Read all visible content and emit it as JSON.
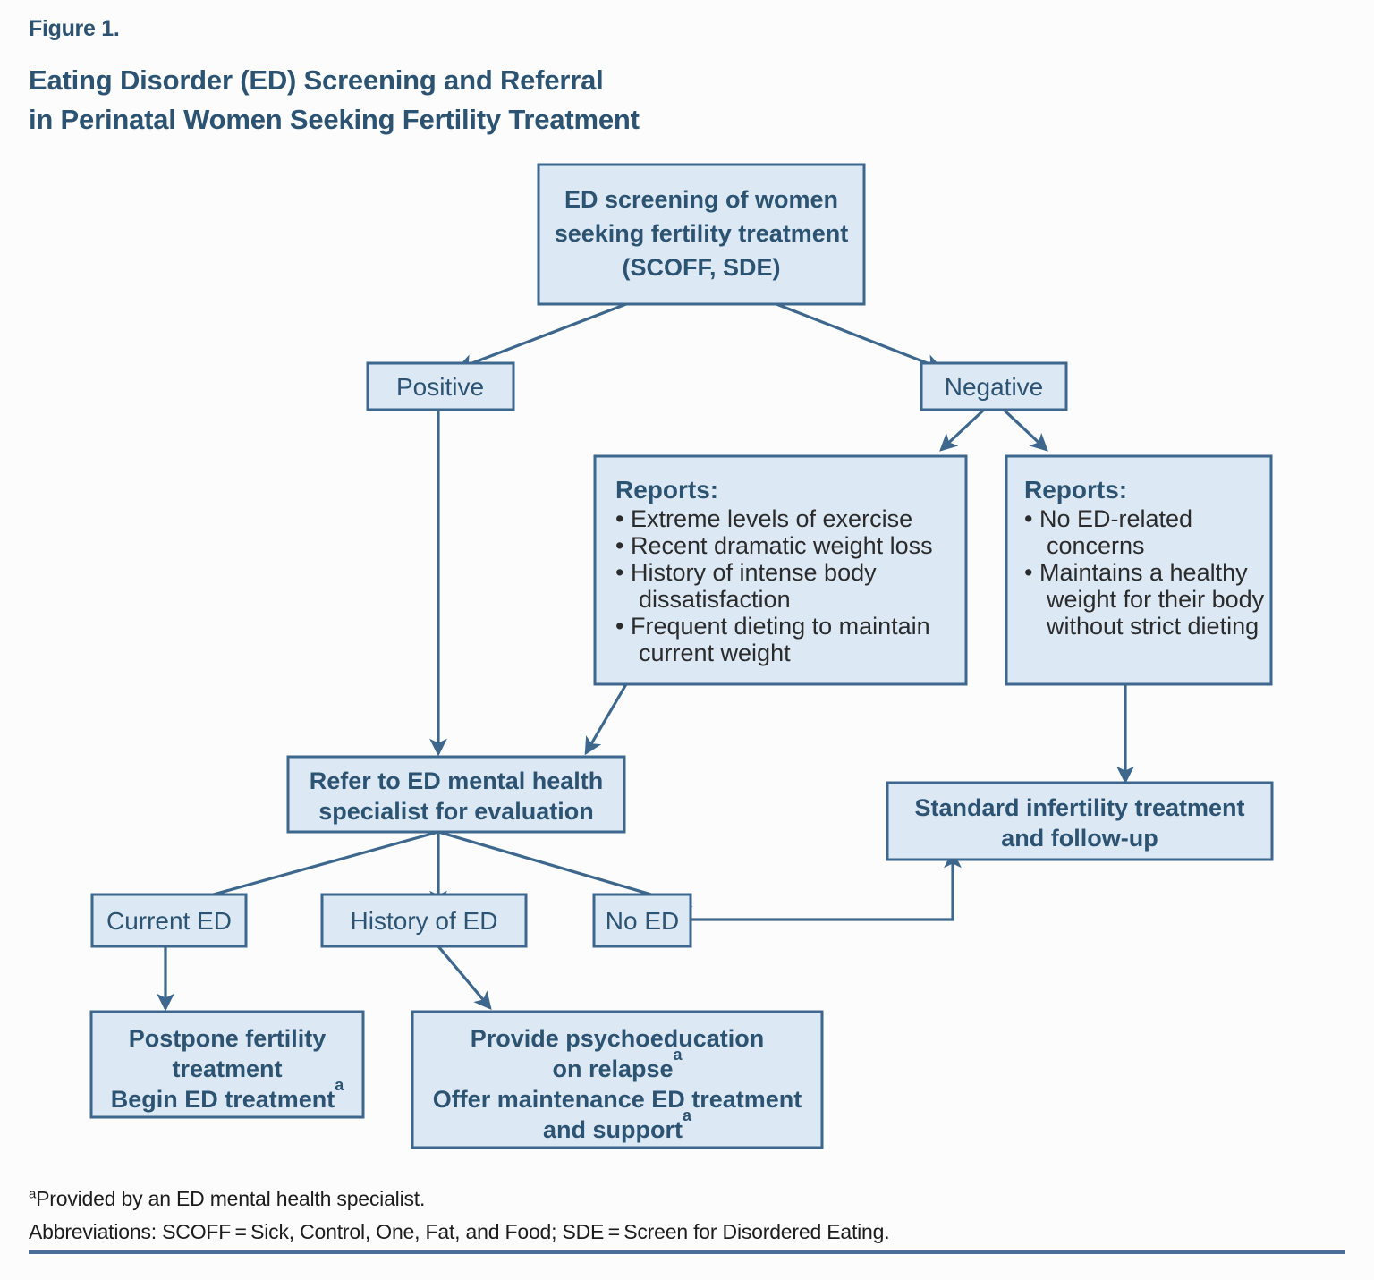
{
  "figure": {
    "label": "Figure 1.",
    "title_line1": "Eating Disorder (ED) Screening and Referral",
    "title_line2": "in Perinatal Women Seeking Fertility Treatment"
  },
  "colors": {
    "accent": "#2d5372",
    "box_fill": "#dce9f5",
    "box_border": "#3d678c",
    "page_bg": "#fbfcfb",
    "rule": "#4a6e96"
  },
  "chart_data": {
    "type": "diagram",
    "title": "Eating Disorder (ED) Screening and Referral in Perinatal Women Seeking Fertility Treatment",
    "nodes": [
      {
        "id": "screening",
        "label": "ED screening of women seeking fertility treatment (SCOFF, SDE)"
      },
      {
        "id": "positive",
        "label": "Positive"
      },
      {
        "id": "negative",
        "label": "Negative"
      },
      {
        "id": "reports_pos",
        "label": "Reports: Extreme levels of exercise; Recent dramatic weight loss; History of intense body dissatisfaction; Frequent dieting to maintain current weight"
      },
      {
        "id": "reports_neg",
        "label": "Reports: No ED-related concerns; Maintains a healthy weight for their body without strict dieting"
      },
      {
        "id": "refer",
        "label": "Refer to ED mental health specialist for evaluation"
      },
      {
        "id": "standard",
        "label": "Standard infertility treatment and follow-up"
      },
      {
        "id": "current_ed",
        "label": "Current ED"
      },
      {
        "id": "history_ed",
        "label": "History of ED"
      },
      {
        "id": "no_ed",
        "label": "No ED"
      },
      {
        "id": "postpone",
        "label": "Postpone fertility treatment / Begin ED treatment"
      },
      {
        "id": "psychoed",
        "label": "Provide psychoeducation on relapse / Offer maintenance ED treatment and support"
      }
    ],
    "edges": [
      {
        "from": "screening",
        "to": "positive"
      },
      {
        "from": "screening",
        "to": "negative"
      },
      {
        "from": "negative",
        "to": "reports_pos"
      },
      {
        "from": "negative",
        "to": "reports_neg"
      },
      {
        "from": "positive",
        "to": "refer"
      },
      {
        "from": "reports_pos",
        "to": "refer"
      },
      {
        "from": "reports_neg",
        "to": "standard"
      },
      {
        "from": "refer",
        "to": "current_ed"
      },
      {
        "from": "refer",
        "to": "history_ed"
      },
      {
        "from": "refer",
        "to": "no_ed"
      },
      {
        "from": "no_ed",
        "to": "standard"
      },
      {
        "from": "current_ed",
        "to": "postpone"
      },
      {
        "from": "history_ed",
        "to": "psychoed"
      }
    ]
  },
  "nodes": {
    "screening": {
      "lines": [
        "ED screening of women",
        "seeking fertility treatment",
        "(SCOFF, SDE)"
      ]
    },
    "positive": {
      "label": "Positive"
    },
    "negative": {
      "label": "Negative"
    },
    "reports_positive": {
      "header": "Reports:",
      "bullets": [
        [
          "Extreme levels of exercise"
        ],
        [
          "Recent dramatic weight loss"
        ],
        [
          "History of intense body",
          "dissatisfaction"
        ],
        [
          "Frequent dieting to maintain",
          "current weight"
        ]
      ]
    },
    "reports_negative": {
      "header": "Reports:",
      "bullets": [
        [
          "No ED-related",
          "concerns"
        ],
        [
          "Maintains a healthy",
          "weight for their body",
          "without strict dieting"
        ]
      ]
    },
    "refer": {
      "lines": [
        "Refer to ED mental health",
        "specialist for evaluation"
      ]
    },
    "standard": {
      "lines": [
        "Standard infertility treatment",
        "and follow-up"
      ]
    },
    "current_ed": {
      "label": "Current ED"
    },
    "history_ed": {
      "label": "History of ED"
    },
    "no_ed": {
      "label": "No ED"
    },
    "postpone": {
      "lines": [
        {
          "text": "Postpone fertility",
          "sup": ""
        },
        {
          "text": "treatment",
          "sup": ""
        },
        {
          "text": "Begin ED treatment",
          "sup": "a"
        }
      ]
    },
    "psychoeducation": {
      "lines": [
        {
          "text": "Provide psychoeducation",
          "sup": ""
        },
        {
          "text": "on relapse",
          "sup": "a"
        },
        {
          "text": "Offer maintenance ED treatment",
          "sup": ""
        },
        {
          "text": "and support",
          "sup": "a"
        }
      ]
    }
  },
  "footnotes": {
    "marker": "a",
    "note": "Provided by an ED mental health specialist.",
    "abbreviations": "Abbreviations: SCOFF = Sick, Control, One, Fat, and Food; SDE = Screen for Disordered Eating."
  }
}
